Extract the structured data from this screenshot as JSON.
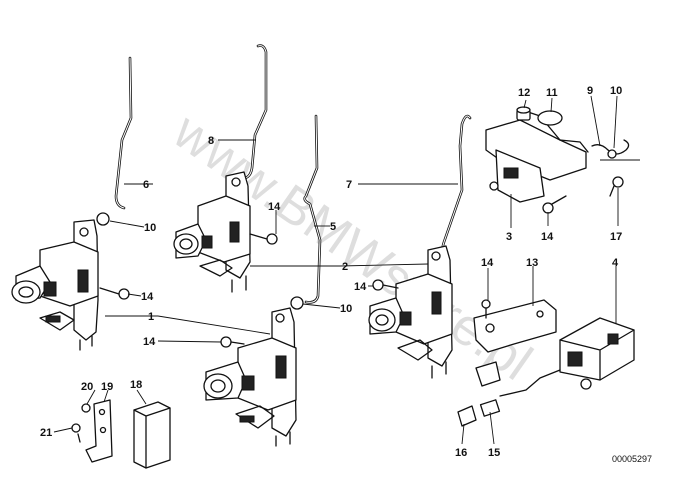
{
  "watermark": "www.BMWstore.pl",
  "diagram_code": "00005297",
  "callouts": {
    "c1a": "1",
    "c1b": "1",
    "c2a": "2",
    "c2b": "2",
    "c3": "3",
    "c4": "4",
    "c5": "5",
    "c6": "6",
    "c7": "7",
    "c8": "8",
    "c9": "9",
    "c10a": "10",
    "c10b": "10",
    "c10c": "10",
    "c11": "11",
    "c12": "12",
    "c13": "13",
    "c14a": "14",
    "c14b": "14",
    "c14c": "14",
    "c14d": "14",
    "c14e": "14",
    "c14f": "14",
    "c15": "15",
    "c16": "16",
    "c17": "17",
    "c18": "18",
    "c19": "19",
    "c20": "20",
    "c21": "21"
  }
}
